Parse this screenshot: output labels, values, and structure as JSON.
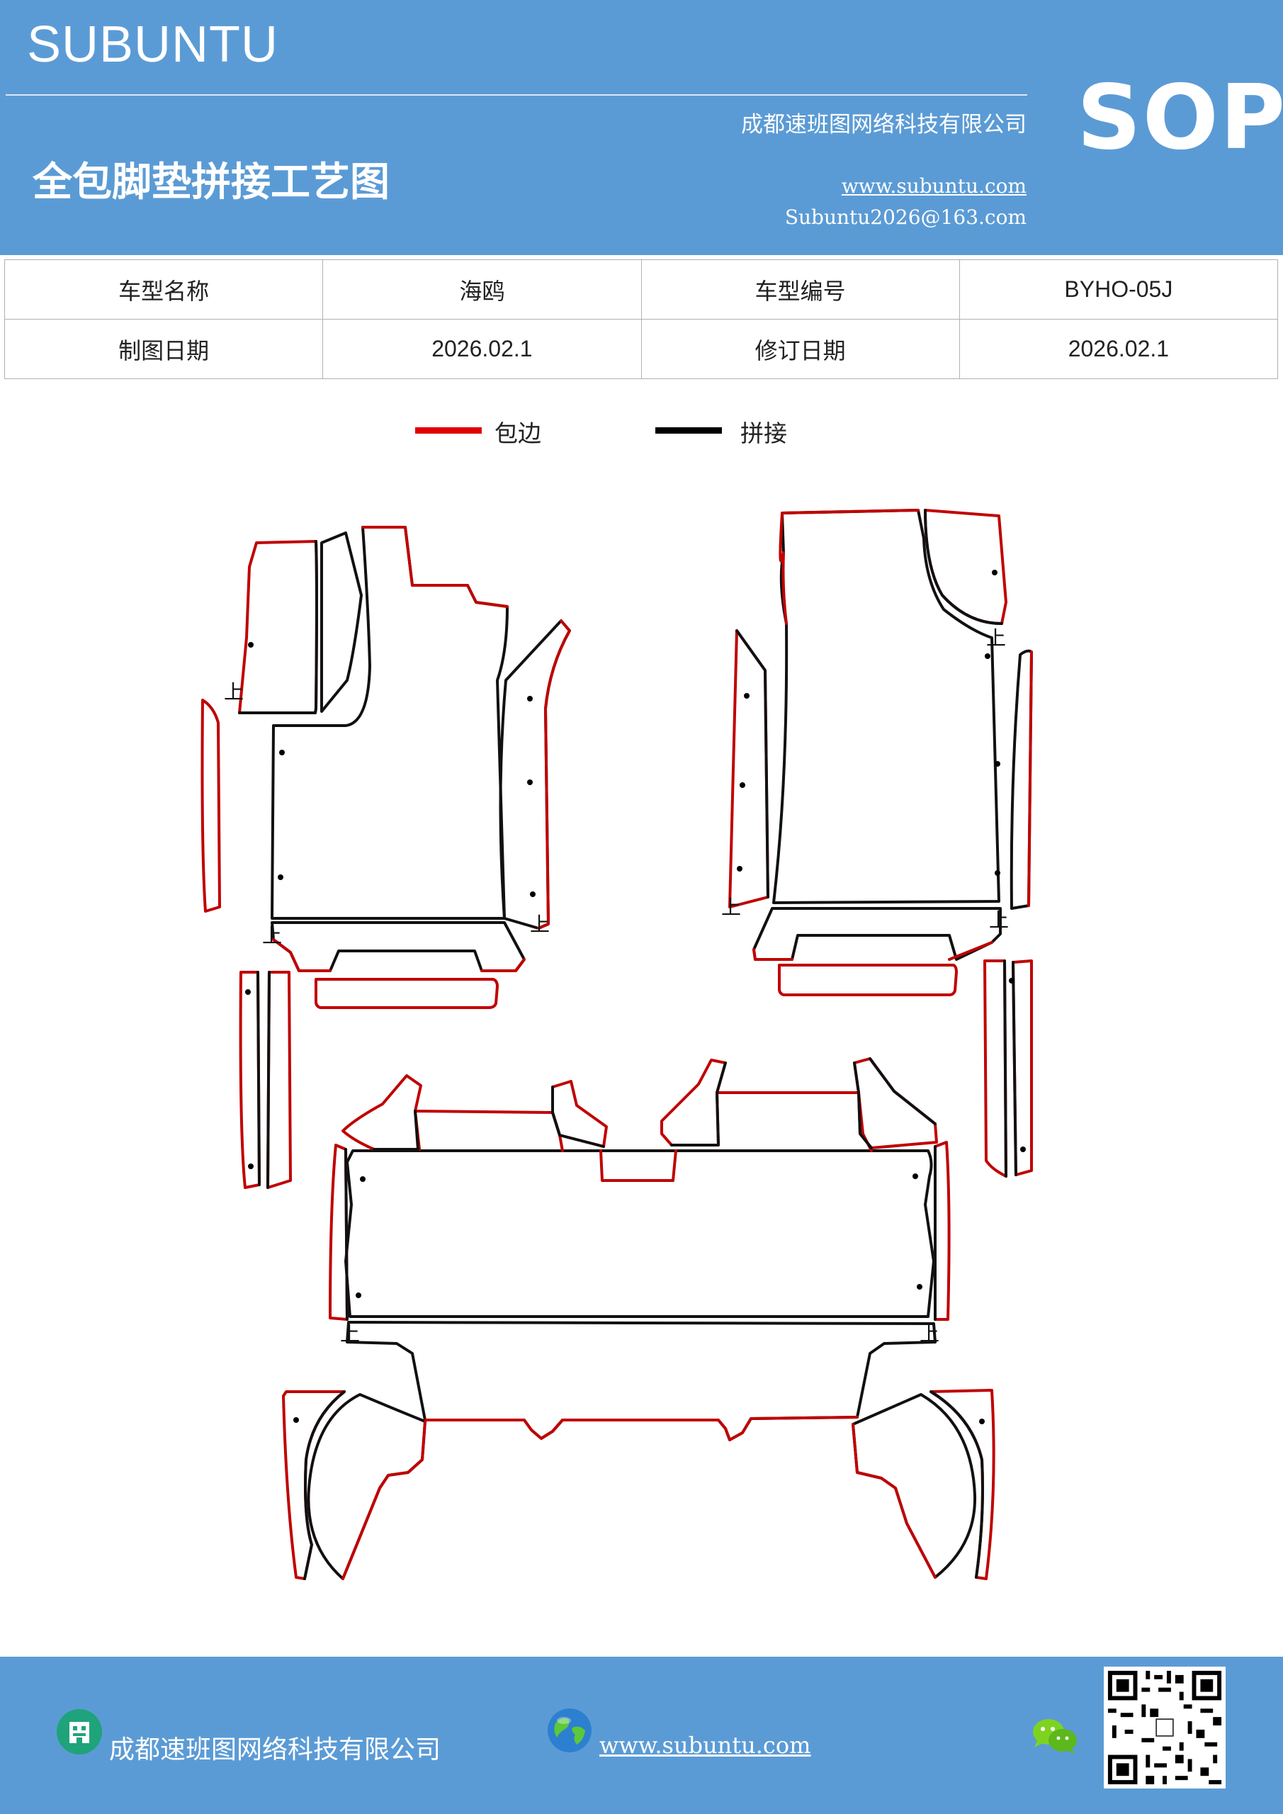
{
  "header": {
    "brand": "SUBUNTU",
    "company": "成都速班图网络科技有限公司",
    "title": "全包脚垫拼接工艺图",
    "website": "www.subuntu.com",
    "email": "Subuntu2026@163.com",
    "badge": "SOP"
  },
  "info_table": {
    "rows": [
      {
        "label1": "车型名称",
        "value1": "海鸥",
        "label2": "车型编号",
        "value2": "BYHO-05J"
      },
      {
        "label1": "制图日期",
        "value1": "2026.02.1",
        "label2": "修订日期",
        "value2": "2026.02.1"
      }
    ]
  },
  "legend": {
    "items": [
      {
        "label": "包边",
        "color": "#e00000"
      },
      {
        "label": "拼接",
        "color": "#000000"
      }
    ]
  },
  "drawing": {
    "mark_label": "上",
    "edge_color": "#c00000",
    "seam_color": "#111111"
  },
  "footer": {
    "company": "成都速班图网络科技有限公司",
    "website": "www.subuntu.com "
  },
  "colors": {
    "banner": "#5b9bd5",
    "text_on_banner": "#ffffff"
  }
}
